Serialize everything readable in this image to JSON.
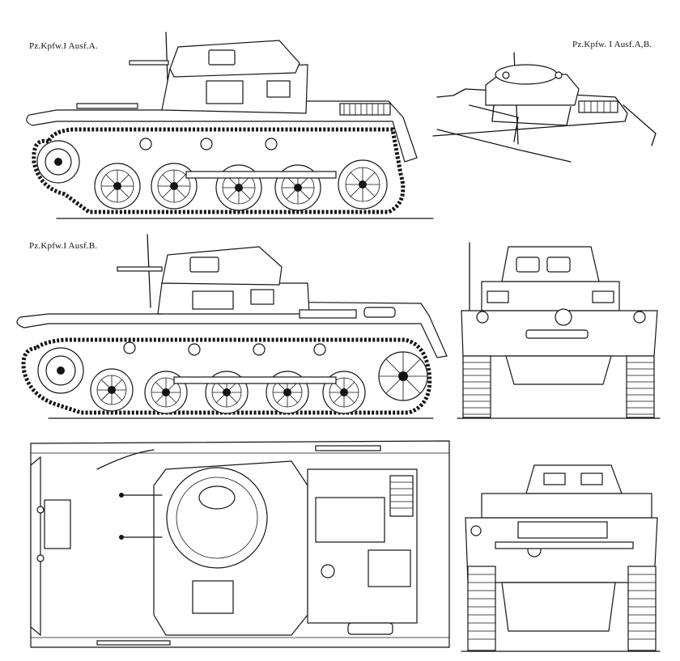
{
  "views": {
    "side_a": {
      "label": "Pz.Kpfw.I Ausf.A."
    },
    "perspective": {
      "label": "Pz.Kpfw. I Ausf.A,B."
    },
    "side_b": {
      "label": "Pz.Kpfw.I Ausf.B."
    },
    "front": {},
    "top": {},
    "rear": {}
  },
  "colors": {
    "ink": "#151515",
    "paper": "#ffffff"
  }
}
